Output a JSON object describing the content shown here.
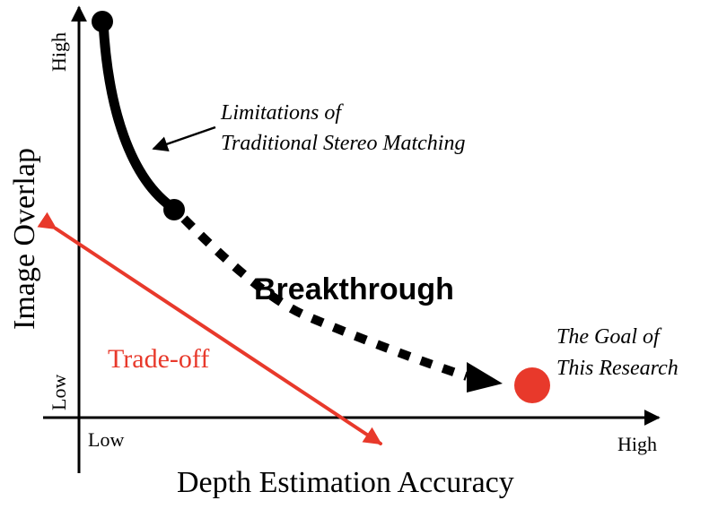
{
  "axes": {
    "x_title": "Depth Estimation Accuracy",
    "y_title": "Image Overlap",
    "x_low": "Low",
    "x_high": "High",
    "y_low": "Low",
    "y_high": "High"
  },
  "annotations": {
    "limitation_line1": "Limitations of",
    "limitation_line2": "Traditional Stereo Matching",
    "breakthrough": "Breakthrough",
    "goal_line1": "The Goal of",
    "goal_line2": "This Research",
    "tradeoff": "Trade-off"
  },
  "colors": {
    "ink": "#000000",
    "accent": "#e8392b",
    "background": "#ffffff"
  }
}
